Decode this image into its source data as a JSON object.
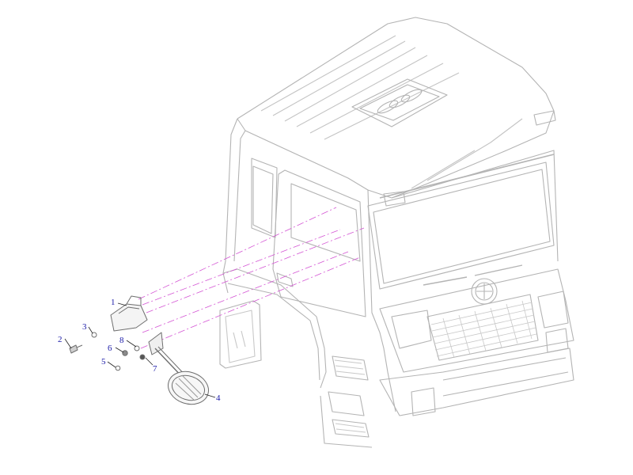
{
  "diagram": {
    "type": "exploded-parts-view",
    "subject": "truck-cab-with-mirror-assembly",
    "colors": {
      "line": "#b4b4b4",
      "dark_line": "#6f6f6f",
      "callout": "#1a1aa8",
      "explode_line": "#d455d4",
      "leader": "#222222"
    },
    "callouts": [
      {
        "id": "1",
        "label": "1"
      },
      {
        "id": "2",
        "label": "2"
      },
      {
        "id": "3",
        "label": "3"
      },
      {
        "id": "4",
        "label": "4"
      },
      {
        "id": "5",
        "label": "5"
      },
      {
        "id": "6",
        "label": "6"
      },
      {
        "id": "7",
        "label": "7"
      },
      {
        "id": "8",
        "label": "8"
      }
    ]
  }
}
